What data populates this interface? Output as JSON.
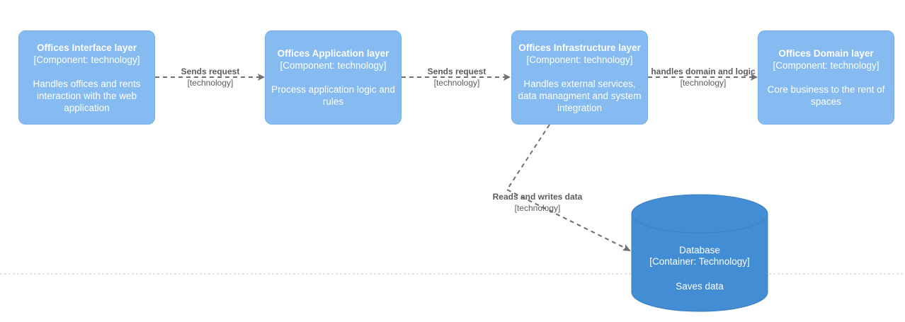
{
  "nodes": {
    "interface": {
      "title": "Offices Interface layer",
      "type": "[Component: technology]",
      "description": "Handles offices and rents interaction with the web application"
    },
    "application": {
      "title": "Offices Application layer",
      "type": "[Component: technology]",
      "description": "Process application logic and rules"
    },
    "infrastructure": {
      "title": "Offices Infrastructure layer",
      "type": "[Component: technology]",
      "description": "Handles external services, data managment and system integration"
    },
    "domain": {
      "title": "Offices Domain layer",
      "type": "[Component: technology]",
      "description": "Core business to the rent of spaces"
    },
    "database": {
      "title": "Database",
      "type": "[Container: Technology]",
      "description": "Saves data"
    }
  },
  "edges": [
    {
      "from": "interface",
      "to": "application",
      "label": "Sends request",
      "technology": "[technology]"
    },
    {
      "from": "application",
      "to": "infrastructure",
      "label": "Sends request",
      "technology": "[technology]"
    },
    {
      "from": "infrastructure",
      "to": "domain",
      "label": "handles domain and logic",
      "technology": "[technology]"
    },
    {
      "from": "infrastructure",
      "to": "database",
      "label": "Reads and writes data",
      "technology": "[technology]"
    }
  ],
  "colors": {
    "component_fill": "#85bbf0",
    "container_fill": "#438dd5",
    "edge": "#707070",
    "node_text": "#ffffff"
  }
}
